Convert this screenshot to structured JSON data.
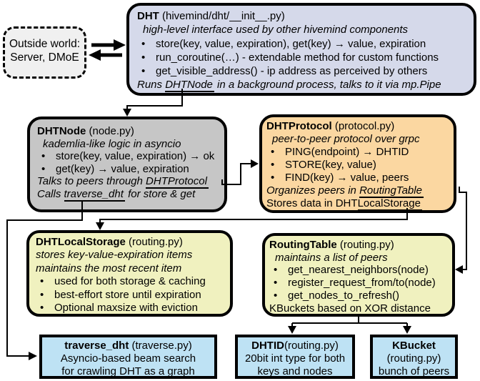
{
  "ui": {
    "bullet": "•"
  },
  "colors": {
    "dht_fill": "#d5d9ea",
    "dhtnode_fill": "#c6c6c6",
    "dhtprotocol_fill": "#fbd7a1",
    "storage_fill": "#f0f1bf",
    "routingtable_fill": "#f0f1bf",
    "leaf_fill": "#bee2f4",
    "outside_fill": "#f0f0f0",
    "line": "#000000"
  },
  "outside_world": {
    "line1": "Outside world:",
    "line2": "Server, DMoE"
  },
  "dht": {
    "name": "DHT",
    "file": " (hivemind/dht/__init__.py)",
    "subtitle": "high-level interface used by other hivemind components",
    "bullets": [
      "store(key, value, expiration), get(key) → value, expiration",
      "run_coroutine(…) - extendable method for custom functions",
      "get_visible_address() - ip address as perceived by others"
    ],
    "note_pre": "Runs ",
    "note_link": "DHTNode",
    "note_post": " in a background process, talks to it via mp.Pipe"
  },
  "dhtnode": {
    "name": "DHTNode",
    "file": " (node.py)",
    "subtitle": "kademlia-like logic in asyncio",
    "bullets": [
      "store(key, value, expiration) → ok",
      "get(key) → value, expiration"
    ],
    "talks_pre": "Talks to peers through ",
    "talks_link": "DHTProtocol",
    "calls_pre": "Calls ",
    "calls_link": "traverse_dht",
    "calls_post": " for store & get"
  },
  "dhtprotocol": {
    "name": "DHTProtocol",
    "file": " (protocol.py)",
    "subtitle": "peer-to-peer protocol over grpc",
    "bullets": [
      "PING(endpoint) → DHTID",
      "STORE(key, value)",
      "FIND(key) → value, peers"
    ],
    "organizes_pre": "Organizes peers in ",
    "organizes_link": "RoutingTable",
    "stores_pre": "Stores data in DHT",
    "stores_link": "LocalStorage"
  },
  "dhtlocalstorage": {
    "name": "DHTLocalStorage",
    "file": " (routing.py)",
    "subtitle1": "stores key-value-expiration items",
    "subtitle2": "maintains the most recent item",
    "bullets": [
      "used for both storage & caching",
      "best-effort store until expiration",
      "Optional maxsize with eviction"
    ]
  },
  "routingtable": {
    "name": "RoutingTable",
    "file": " (routing.py)",
    "subtitle": "maintains a list of peers",
    "bullets": [
      "get_nearest_neighbors(node)",
      "register_request_from/to(node)",
      "get_nodes_to_refresh()"
    ],
    "footer": "KBuckets based on XOR distance"
  },
  "traverse": {
    "name": "traverse_dht",
    "file": " (traverse.py)",
    "line2": "Asyncio-based beam search",
    "line3": "for crawling DHT as a graph"
  },
  "dhtid": {
    "name": "DHTID",
    "file": "(routing.py)",
    "line2": "20bit int type for both",
    "line3": "keys and nodes"
  },
  "kbucket": {
    "name": "KBucket",
    "file": "(routing.py)",
    "line3": "bunch of peers"
  }
}
